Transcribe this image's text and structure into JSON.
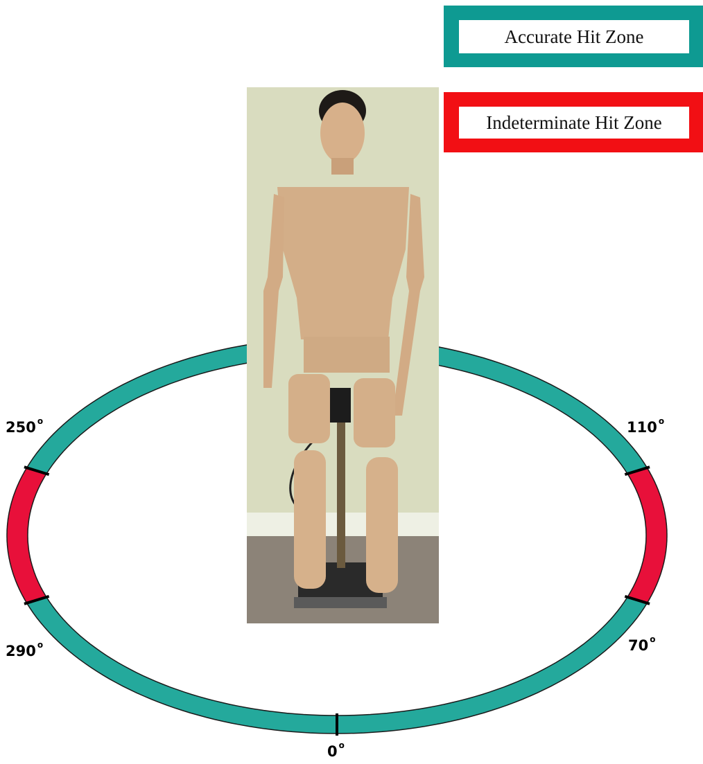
{
  "legend": {
    "accurate": {
      "label": "Accurate Hit Zone",
      "color": "#0e9a92"
    },
    "indeterminate": {
      "label": "Indeterminate Hit Zone",
      "color": "#f20f14"
    }
  },
  "ring": {
    "accurate_color": "#24a99c",
    "indeterminate_color": "#e8103a",
    "zones": [
      {
        "type": "accurate",
        "from_deg": 290,
        "to_deg": 70
      },
      {
        "type": "indeterminate",
        "from_deg": 70,
        "to_deg": 110
      },
      {
        "type": "accurate",
        "from_deg": 110,
        "to_deg": 250
      },
      {
        "type": "indeterminate",
        "from_deg": 250,
        "to_deg": 290
      }
    ],
    "angle_labels": [
      {
        "deg": 0,
        "text": "0",
        "unit": "o"
      },
      {
        "deg": 70,
        "text": "70",
        "unit": "o"
      },
      {
        "deg": 110,
        "text": "110",
        "unit": "o"
      },
      {
        "deg": 250,
        "text": "250",
        "unit": "o"
      },
      {
        "deg": 290,
        "text": "290",
        "unit": "o"
      }
    ]
  },
  "photo": {
    "subject": "mannequin-on-stand"
  }
}
